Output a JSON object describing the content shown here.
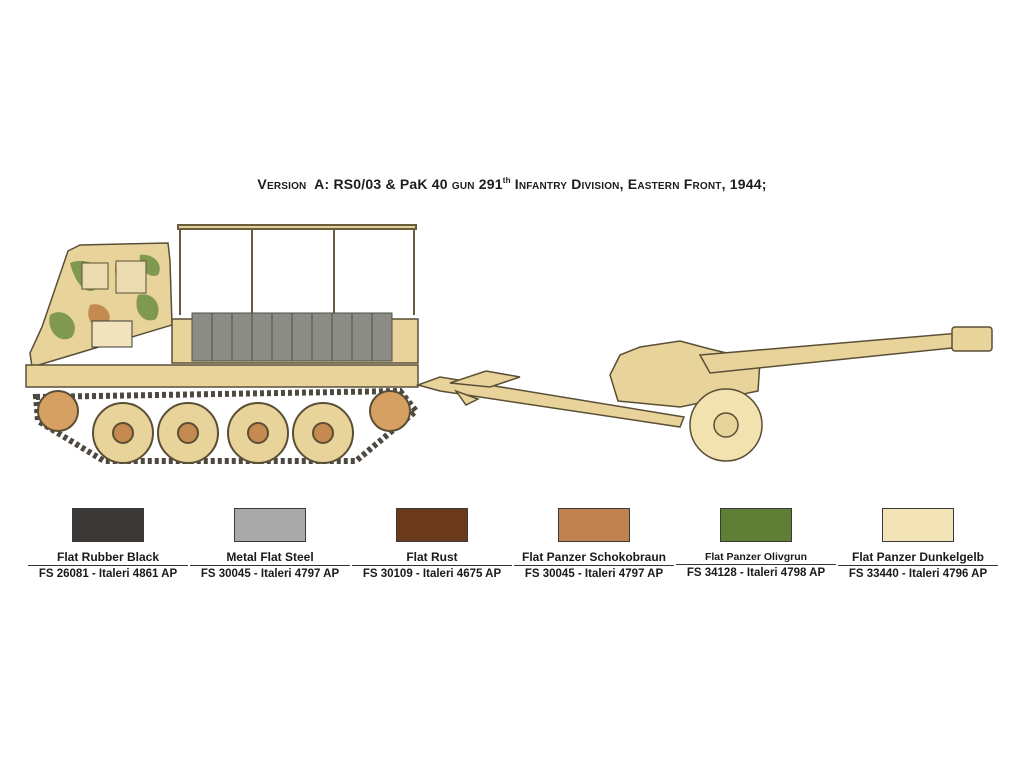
{
  "title": {
    "version_label": "Version",
    "version_letter": "A:",
    "vehicle": "RS0/03",
    "amp": "&",
    "gun": "PaK 40",
    "gun_word": "gun",
    "division_num": "291",
    "division_sup": "th",
    "division_rest": "Infantry Division, Eastern Front, 1944;"
  },
  "swatches": [
    {
      "name": "Flat Rubber Black",
      "code": "FS 26081 - Italeri 4861 AP",
      "color": "#3a3734"
    },
    {
      "name": "Metal Flat Steel",
      "code": "FS 30045 - Italeri 4797 AP",
      "color": "#a9a9a9"
    },
    {
      "name": "Flat Rust",
      "code": "FS 30109 - Italeri 4675 AP",
      "color": "#6b3a1c"
    },
    {
      "name": "Flat Panzer Schokobraun",
      "code": "FS 30045 - Italeri 4797 AP",
      "color": "#c0834f"
    },
    {
      "name": "Flat Panzer Olivgrun",
      "code": "FS 34128  - Italeri 4798 AP",
      "color": "#5e7f35"
    },
    {
      "name": "Flat Panzer Dunkelgelb",
      "code": "FS 33440 - Italeri 4796 AP",
      "color": "#f3e4b8"
    }
  ],
  "colors": {
    "dunkelgelb": "#e8d39a",
    "outline": "#5a4f36",
    "camo_green": "#7f9a4f",
    "camo_brown": "#c48a4f",
    "jerrycan": "#8c8c86"
  }
}
